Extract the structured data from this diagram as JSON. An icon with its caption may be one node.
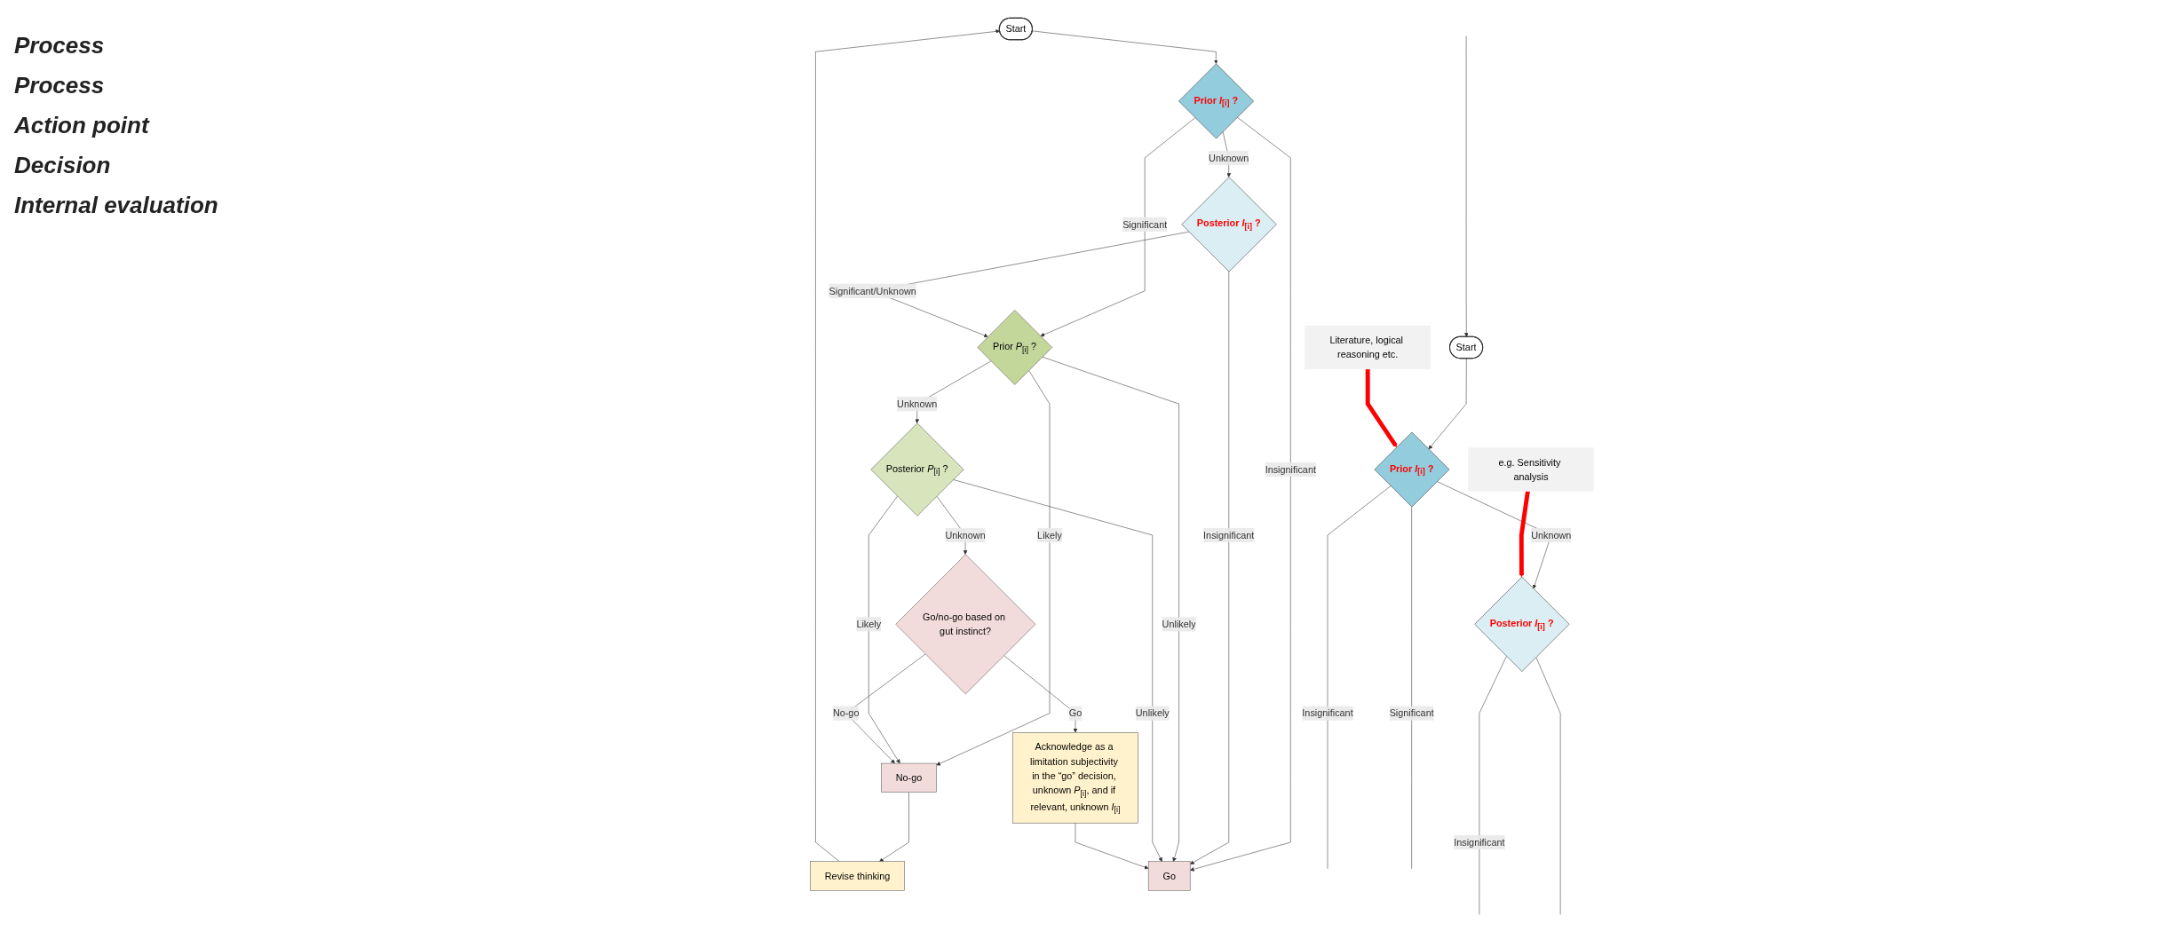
{
  "diagram": {
    "nodes": [
      {
        "text": [
          "Start"
        ]
      },
      {
        "text": [
          "Prior *I*$_{[i]}$ ?"
        ]
      },
      {
        "text": [
          "Posterior *I*$_{[i]}$ ?"
        ]
      },
      {
        "text": [
          "Literature, logical reasoning etc."
        ]
      },
      {
        "text": [
          "e.g. Sensitivity analysis"
        ]
      },
      {
        "text": [
          "Start"
        ]
      },
      {
        "text": [
          "Prior *I*$_{[i]}$ ?"
        ]
      },
      {
        "text": [
          "Posterior *I*$_{[i]}$ ?"
        ]
      },
      {
        "text": [
          "Revise thinking"
        ]
      },
      {
        "text": [
          "Prior *P*$_{[i]}$ ?"
        ]
      },
      {
        "text": [
          "Posterior *P*$_{[i]}$ ?"
        ]
      },
      {
        "text": [
          "No-go"
        ]
      },
      {
        "text": [
          "Go/no-go based on gut instinct?"
        ]
      },
      {
        "text": [
          "Acknowledge as a limitation subjectivity in the “go” decision, unknown *P*$_{[i]}$, and if relevant, unknown *I*$_{[i]}$"
        ]
      },
      {
        "text": [
          "Go"
        ]
      }
    ],
    "edges": [
      {
        "from": 0,
        "to": 1,
        "arrow": "to"
      },
      {
        "from": 1,
        "to": 2,
        "arrow": "to",
        "label": "Unknown"
      },
      {
        "from": 1,
        "to": null,
        "arrow": "none",
        "label": "Insignificant"
      },
      {
        "from": 1,
        "to": null,
        "arrow": "none",
        "label": "Significant"
      },
      {
        "from": 2,
        "to": null,
        "arrow": "none",
        "label": "Insignificant"
      },
      {
        "from": 2,
        "to": null,
        "arrow": "none"
      },
      {
        "from": null,
        "to": 0,
        "arrow": "to"
      },
      {
        "from": 3,
        "to": 1,
        "arrow": "to",
        "style": "thick",
        "color": "#ff0000"
      },
      {
        "from": 4,
        "to": 2,
        "arrow": "to",
        "style": "thick",
        "color": "#ff0000"
      },
      {
        "from": 5,
        "to": 6,
        "arrow": "to"
      },
      {
        "from": 6,
        "to": 7,
        "arrow": "to",
        "label": "Unknown"
      },
      {
        "from": 6,
        "to": 14,
        "arrow": "to",
        "label": "Insignificant"
      },
      {
        "from": 6,
        "to": 9,
        "arrow": "to",
        "label": "Significant"
      },
      {
        "from": 7,
        "to": 14,
        "arrow": "to",
        "label": "Insignificant"
      },
      {
        "from": 7,
        "to": 9,
        "arrow": "to",
        "label": "Significant/Unknown"
      },
      {
        "from": 8,
        "to": 5,
        "arrow": "to"
      },
      {
        "from": 9,
        "to": 11,
        "arrow": "to",
        "label": "Likely"
      },
      {
        "from": 9,
        "to": 10,
        "arrow": "to",
        "label": "Unknown"
      },
      {
        "from": 9,
        "to": 14,
        "arrow": "to",
        "label": "Unlikely"
      },
      {
        "from": 10,
        "to": 11,
        "arrow": "to",
        "label": "Likely"
      },
      {
        "from": 10,
        "to": 12,
        "arrow": "to",
        "label": "Unknown"
      },
      {
        "from": 10,
        "to": 14,
        "arrow": "to",
        "label": "Unlikely"
      },
      {
        "from": 11,
        "to": 8,
        "arrow": "to"
      },
      {
        "from": 12,
        "to": 11,
        "arrow": "to",
        "label": "No-go"
      },
      {
        "from": 12,
        "to": 13,
        "arrow": "to",
        "label": "Go"
      },
      {
        "from": 13,
        "to": 14,
        "arrow": "to"
      }
    ],
    "labels": [
      "Process",
      "Process",
      "Action point",
      "Decision",
      "Internal evaluation"
    ]
  }
}
